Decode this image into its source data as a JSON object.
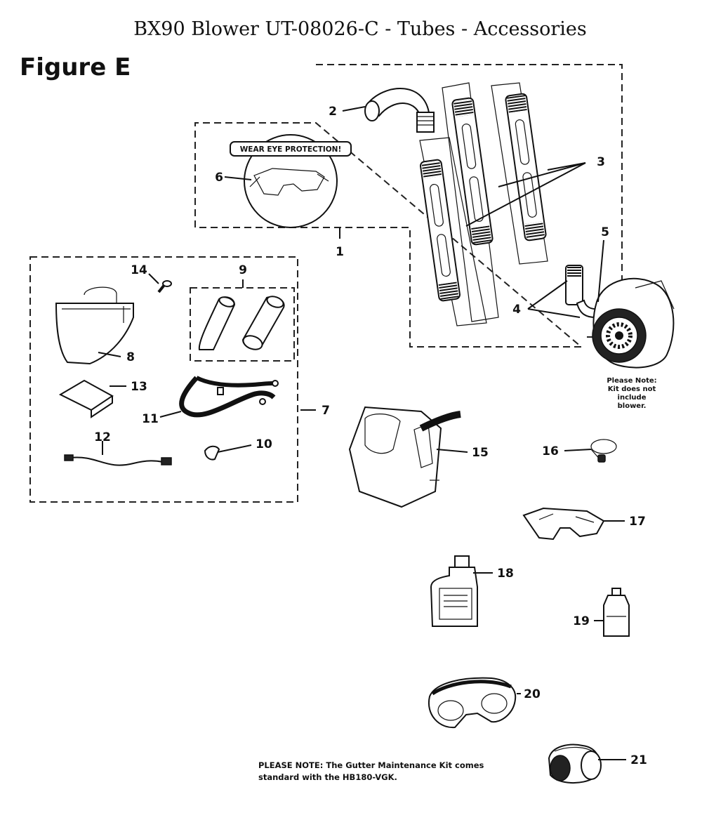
{
  "title": "BX90 Blower UT-08026-C - Tubes - Accessories",
  "figure_label": "Figure E",
  "warning_label": "WEAR EYE PROTECTION!",
  "blower_note": [
    "Please Note:",
    "Kit does not",
    "include",
    "blower."
  ],
  "bottom_note": [
    "PLEASE NOTE:  The Gutter Maintenance Kit comes",
    "standard with the HB180-VGK."
  ],
  "callouts": {
    "c1": "1",
    "c2": "2",
    "c3": "3",
    "c4": "4",
    "c5": "5",
    "c6": "6",
    "c7": "7",
    "c8": "8",
    "c9": "9",
    "c10": "10",
    "c11": "11",
    "c12": "12",
    "c13": "13",
    "c14": "14",
    "c15": "15",
    "c16": "16",
    "c17": "17",
    "c18": "18",
    "c19": "19",
    "c20": "20",
    "c21": "21"
  }
}
